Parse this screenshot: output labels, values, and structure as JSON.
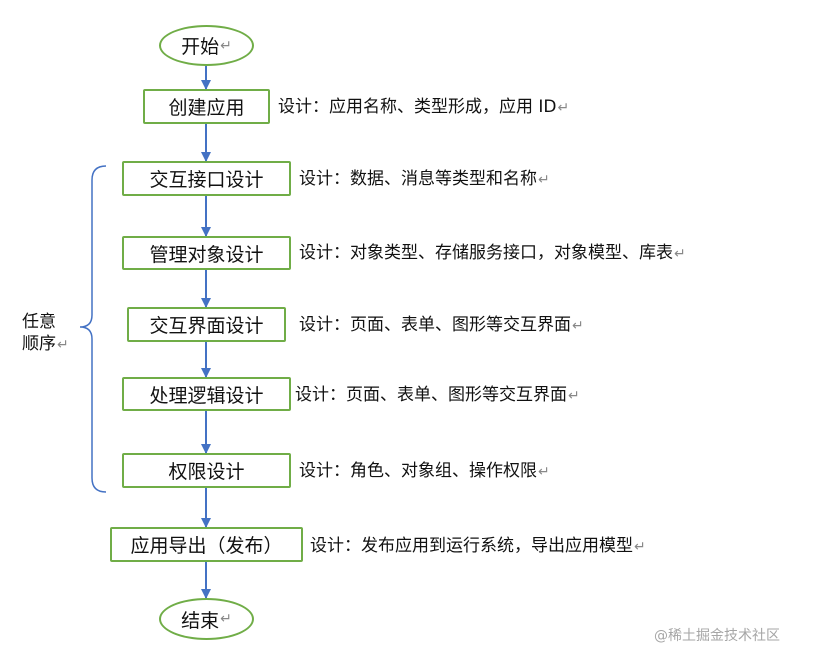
{
  "colors": {
    "node_border": "#70ad47",
    "arrow": "#4472c4",
    "brace": "#4472c4"
  },
  "paragraph_mark": "↵",
  "nodes": {
    "start": "开始",
    "create_app": "创建应用",
    "interaction_interface": "交互接口设计",
    "managed_object": "管理对象设计",
    "interaction_ui": "交互界面设计",
    "processing_logic": "处理逻辑设计",
    "permission": "权限设计",
    "export_app": "应用导出（发布）",
    "end": "结束"
  },
  "descriptions": {
    "create_app": "设计：应用名称、类型形成，应用 ID",
    "interaction_interface": "设计：数据、消息等类型和名称",
    "managed_object": "设计：对象类型、存储服务接口，对象模型、库表",
    "interaction_ui": "设计：页面、表单、图形等交互界面",
    "processing_logic": "设计：页面、表单、图形等交互界面",
    "permission": "设计：角色、对象组、操作权限",
    "export_app": "设计：发布应用到运行系统，导出应用模型"
  },
  "brace_label": {
    "line1": "任意",
    "line2": "顺序"
  },
  "watermark": "@稀土掘金技术社区"
}
